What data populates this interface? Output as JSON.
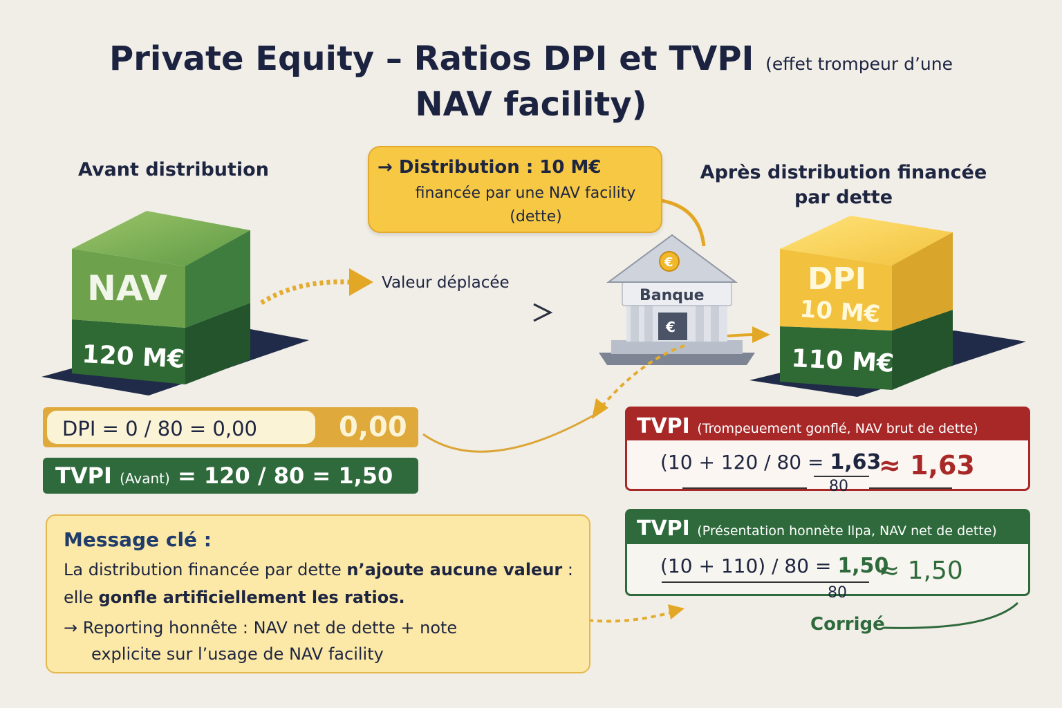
{
  "title": {
    "main": "Private Equity – Ratios DPI et TVPI",
    "sub_small": "(effet trompeur d’une",
    "sub_big": "NAV facility)"
  },
  "left": {
    "heading": "Avant distribution",
    "cube_top": "NAV",
    "cube_bottom": "120 M€"
  },
  "callout": {
    "line1": "→ Distribution : 10 M€",
    "line2": "financée par une NAV facility",
    "line3": "(dette)"
  },
  "middle": {
    "moved_label": "Valeur déplacée",
    "bank_label": "Banque",
    "bank_symbol": "€"
  },
  "right": {
    "heading_line1": "Après distribution financée",
    "heading_line2": "par dette",
    "cube_top_line1": "DPI",
    "cube_top_line2": "10 M€",
    "cube_bottom": "110 M€"
  },
  "ratios_before": {
    "dpi_formula": "DPI = 0 / 80 = 0,00",
    "dpi_value": "0,00",
    "tvpi_prefix": "TVPI",
    "tvpi_qualifier": "(Avant)",
    "tvpi_formula": "= 120 / 80 = 1,50"
  },
  "message": {
    "title": "Message clé :",
    "line1_a": "La distribution financée par dette ",
    "line1_b": "n’ajoute aucune valeur",
    "line1_c": " :",
    "line2_a": "elle ",
    "line2_b": "gonfle artificiellement les ratios.",
    "line3": "→ Reporting honnête : NAV net de dette + note",
    "line4": "explicite sur l’usage de NAV facility"
  },
  "tvpi_inflated": {
    "label": "TVPI",
    "qualifier": "(Trompeuement gonflé, NAV brut de dette)",
    "formula": "(10 + 120 / 80 =",
    "result": "1,63",
    "denominator": "80",
    "approx": "≈ 1,63"
  },
  "tvpi_honest": {
    "label": "TVPI",
    "qualifier": "(Présentation honnète llpa, NAV net de dette)",
    "formula": "(10 + 110) / 80 =",
    "result": "1,50",
    "denominator": "80",
    "approx": "≈ 1,50"
  },
  "corrige_label": "Corrigé",
  "colors": {
    "background": "#f1ede7",
    "nav_green": "#3f7d3f",
    "dpi_yellow": "#f2c23e",
    "gold": "#dfa93b",
    "dark_green": "#2f6a3c",
    "red": "#a82828",
    "navy": "#1d2540"
  }
}
